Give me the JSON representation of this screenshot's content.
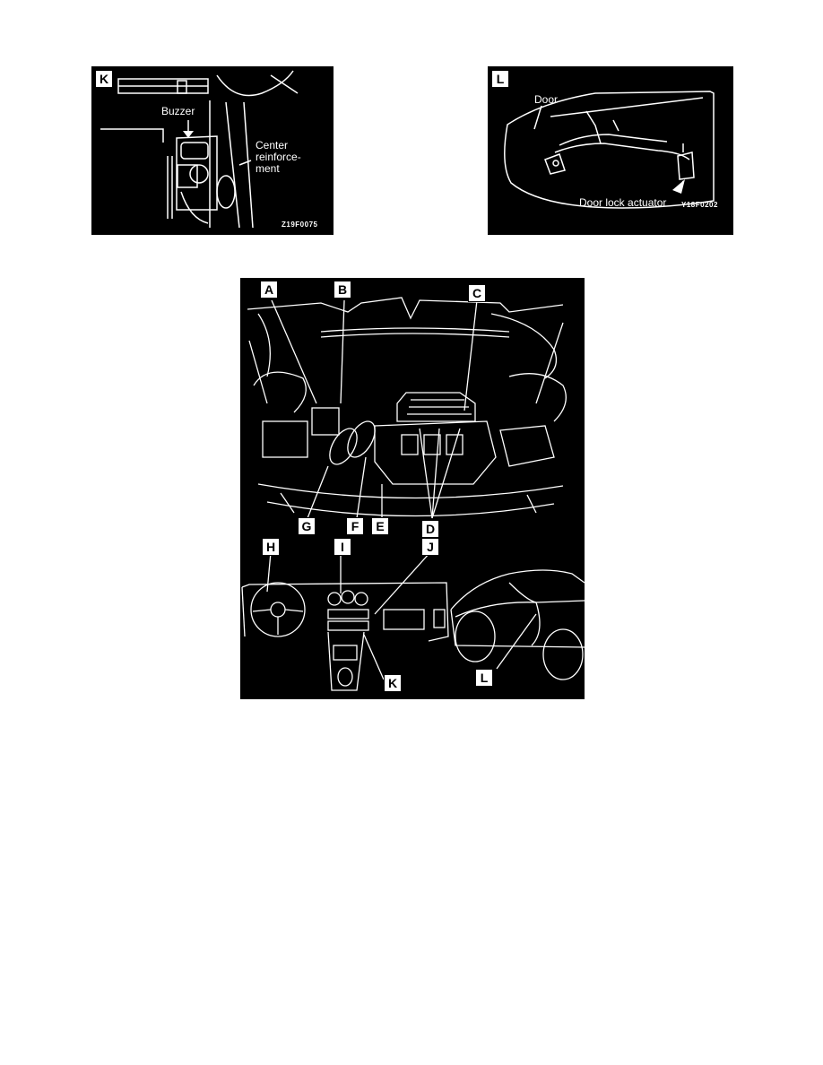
{
  "panel_k": {
    "tag": "K",
    "buzzer_label": "Buzzer",
    "center_label": "Center\nreinforce-\nment",
    "code": "Z19F0075"
  },
  "panel_l": {
    "tag": "L",
    "door_label": "Door",
    "actuator_label": "Door lock actuator",
    "code": "Y18F0202"
  },
  "main": {
    "tags": {
      "a": "A",
      "b": "B",
      "c": "C",
      "d": "D",
      "e": "E",
      "f": "F",
      "g": "G",
      "h": "H",
      "i": "I",
      "j": "J",
      "k": "K",
      "l": "L"
    }
  }
}
